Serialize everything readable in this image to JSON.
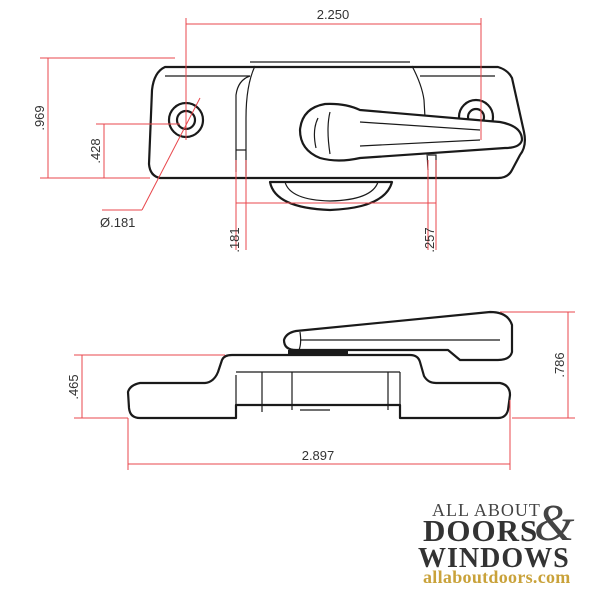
{
  "drawing": {
    "dimensions": {
      "top_width": "2.250",
      "height_left": ".969",
      "hole_center_height": ".428",
      "hole_diameter": "Ø.181",
      "offset_left": ".181",
      "offset_right": ".257",
      "side_height_left": ".465",
      "side_height_right": ".786",
      "overall_length": "2.897"
    }
  },
  "brand": {
    "line1": "ALL ABOUT",
    "line2": "DOORS",
    "ampersand": "&",
    "line3": "WINDOWS",
    "url": "allaboutdoors.com"
  },
  "colors": {
    "dimension_lines": "#e8474c",
    "outline": "#1a1a1a",
    "url_gold": "#c9a23a"
  }
}
